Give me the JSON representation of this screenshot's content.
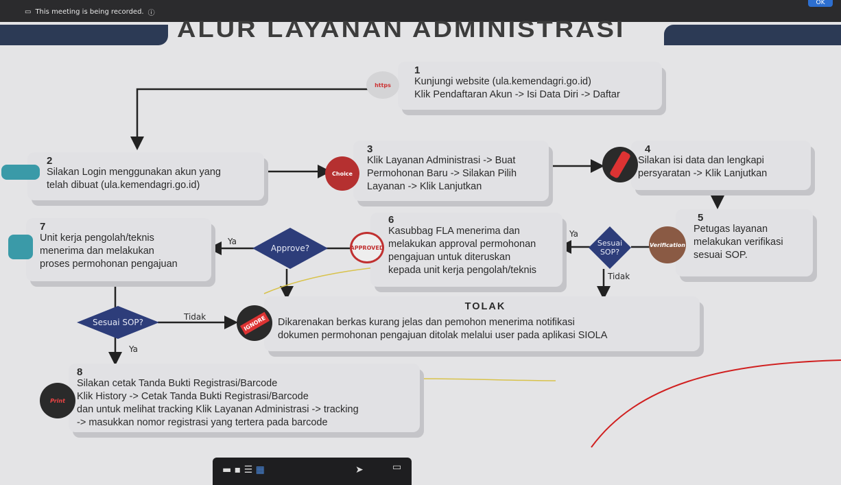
{
  "meeting": {
    "recording_notice": "This meeting is being recorded.",
    "ok_label": "OK"
  },
  "title": "ALUR LAYANAN ADMINISTRASI",
  "steps": [
    {
      "num": "1",
      "lines": [
        "Kunjungi website (ula.kemendagri.go.id)",
        "Klik Pendaftaran Akun -> Isi Data Diri -> Daftar"
      ],
      "icon": "https"
    },
    {
      "num": "2",
      "lines": [
        "Silakan Login menggunakan akun yang",
        "telah dibuat (ula.kemendagri.go.id)"
      ]
    },
    {
      "num": "3",
      "lines": [
        "Klik Layanan Administrasi -> Buat",
        "Permohonan Baru -> Silakan Pilih",
        "Layanan -> Klik Lanjutkan"
      ],
      "icon": "Choice"
    },
    {
      "num": "4",
      "lines": [
        "Silakan isi data dan lengkapi",
        "persyaratan -> Klik Lanjutkan"
      ]
    },
    {
      "num": "5",
      "lines": [
        "Petugas layanan",
        "melakukan verifikasi",
        "sesuai SOP."
      ],
      "icon": "Verification"
    },
    {
      "num": "6",
      "lines": [
        "Kasubbag FLA menerima dan",
        "melakukan approval permohonan",
        "pengajuan untuk diteruskan",
        "kepada unit kerja pengolah/teknis"
      ],
      "icon": "APPROVED"
    },
    {
      "num": "7",
      "lines": [
        "Unit kerja pengolah/teknis",
        "menerima dan melakukan",
        "proses permohonan pengajuan"
      ]
    },
    {
      "num": "8",
      "lines": [
        "Silakan cetak Tanda Bukti Registrasi/Barcode",
        "Klik History -> Cetak Tanda Bukti Registrasi/Barcode",
        "dan untuk melihat tracking Klik Layanan Administrasi -> tracking",
        "-> masukkan nomor registrasi yang tertera pada barcode"
      ],
      "icon": "Print"
    }
  ],
  "tolak": {
    "heading": "TOLAK",
    "lines": [
      "Dikarenakan berkas kurang jelas dan pemohon menerima notifikasi",
      "dokumen permohonan pengajuan ditolak melalui user pada aplikasi SIOLA"
    ],
    "icon": "IGNORE"
  },
  "decisions": {
    "sop5": "Sesuai SOP?",
    "approve": "Approve?",
    "sop7": "Sesuai SOP?"
  },
  "edge_labels": {
    "ya_5": "Ya",
    "tidak_5": "Tidak",
    "ya_approve": "Ya",
    "tidak_7": "Tidak",
    "ya_7": "Ya"
  },
  "colors": {
    "band": "#2c3a55",
    "diamond": "#2d3d7a",
    "box": "#e1e1e4"
  }
}
